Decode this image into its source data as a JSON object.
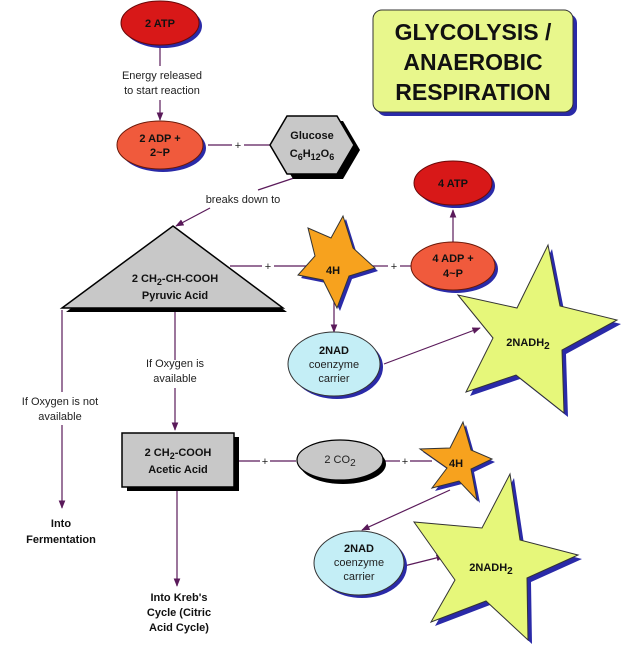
{
  "title": {
    "line1": "GLYCOLYSIS /",
    "line2": "ANAEROBIC",
    "line3": "RESPIRATION"
  },
  "colors": {
    "atp": "#d81818",
    "adp": "#f05a3c",
    "shadow": "#2a2aa8",
    "gray_shape": "#c8c8c8",
    "star_orange": "#f7a21e",
    "star_yellow": "#e6f77a",
    "nad_blue": "#c4eef6",
    "title_box": "#e8f78c",
    "connector": "#5a1a5a"
  },
  "nodes": {
    "atp_top": {
      "label": "2 ATP"
    },
    "adp_top": {
      "line1": "2 ADP +",
      "line2": "2~P"
    },
    "glucose": {
      "line1": "Glucose",
      "formula_parts": [
        "C",
        "6",
        "H",
        "12",
        "O",
        "6"
      ]
    },
    "pyruvic": {
      "line1_pre": "2 CH",
      "line1_sub": "2",
      "line1_post": "-CH-COOH",
      "line2": "Pyruvic Acid"
    },
    "star_4h_top": {
      "label": "4H"
    },
    "adp_right": {
      "line1": "4 ADP +",
      "line2": "4~P"
    },
    "atp_right": {
      "label": "4 ATP"
    },
    "nad_top": {
      "line1": "2NAD",
      "line2": "coenzyme",
      "line3": "carrier"
    },
    "nadh_top": {
      "pre": "2NADH",
      "sub": "2"
    },
    "acetic": {
      "line1_pre": "2 CH",
      "line1_sub": "2",
      "line1_post": "-COOH",
      "line2": "Acetic Acid"
    },
    "co2": {
      "pre": "2 CO",
      "sub": "2"
    },
    "star_4h_bottom": {
      "label": "4H"
    },
    "nad_bottom": {
      "line1": "2NAD",
      "line2": "coenzyme",
      "line3": "carrier"
    },
    "nadh_bottom": {
      "pre": "2NADH",
      "sub": "2"
    },
    "fermentation": {
      "line1": "Into",
      "line2": "Fermentation"
    },
    "krebs": {
      "line1": "Into Kreb's",
      "line2": "Cycle (Citric",
      "line3": "Acid Cycle)"
    }
  },
  "edge_labels": {
    "energy": {
      "line1": "Energy released",
      "line2": "to start reaction"
    },
    "breaks": "breaks down to",
    "oxygen_yes": {
      "line1": "If Oxygen is",
      "line2": "available"
    },
    "oxygen_no": {
      "line1": "If Oxygen is not",
      "line2": "available"
    },
    "plus": "+"
  }
}
